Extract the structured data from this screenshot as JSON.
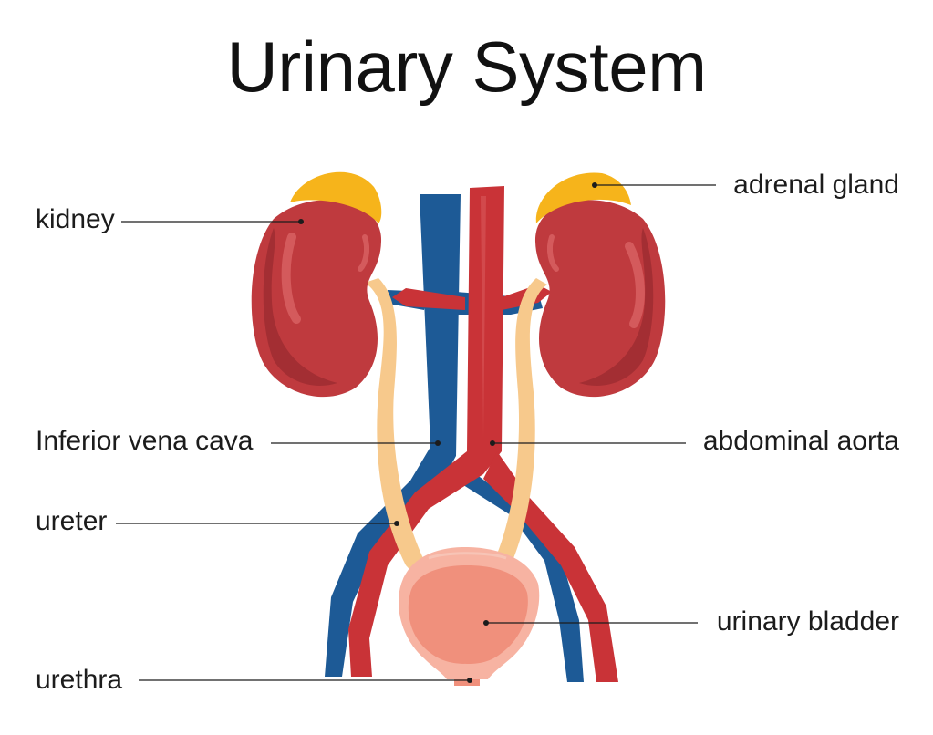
{
  "title": "Urinary System",
  "labels": {
    "kidney": "kidney",
    "adrenal_gland": "adrenal gland",
    "inferior_vena_cava": "Inferior vena cava",
    "abdominal_aorta": "abdominal aorta",
    "ureter": "ureter",
    "urinary_bladder": "urinary bladder",
    "urethra": "urethra"
  },
  "colors": {
    "kidney": "#bf3a3e",
    "kidney_dark": "#a32e33",
    "kidney_highlight": "#d45a5c",
    "adrenal": "#f6b41b",
    "vein": "#1d5a96",
    "artery": "#c93337",
    "ureter": "#f7c98c",
    "bladder": "#f0907c",
    "bladder_light": "#f7b3a2"
  },
  "icons": [
    "kidney-shape",
    "adrenal-gland-shape",
    "vein-shape",
    "artery-shape",
    "ureter-shape",
    "bladder-shape"
  ]
}
